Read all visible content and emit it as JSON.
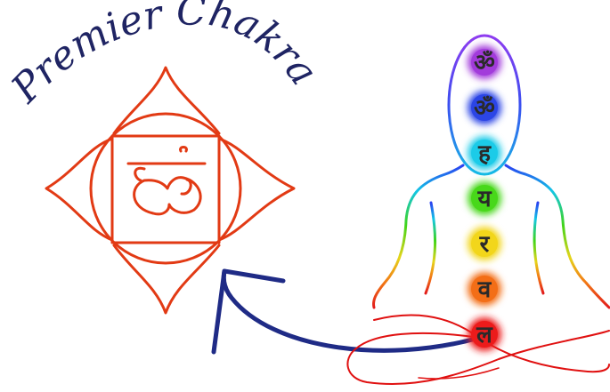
{
  "title": "Premier Chakra",
  "colors": {
    "title": "#1f2463",
    "symbol": "#e23a14",
    "arrow": "#1f2b86",
    "glyph": "#2a2a2a",
    "legs": "#e01010"
  },
  "chakras": [
    {
      "glyph": "ॐ",
      "color": "#a23bdb"
    },
    {
      "glyph": "ॐ",
      "color": "#2b45e6"
    },
    {
      "glyph": "ह",
      "color": "#1ccbe8"
    },
    {
      "glyph": "य",
      "color": "#48d81a"
    },
    {
      "glyph": "र",
      "color": "#f2d61b"
    },
    {
      "glyph": "व",
      "color": "#f36e17"
    },
    {
      "glyph": "ल",
      "color": "#ec1b1b"
    }
  ]
}
